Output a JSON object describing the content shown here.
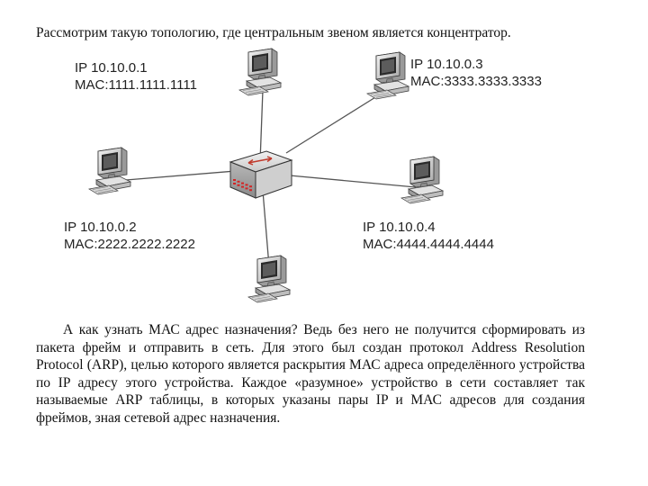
{
  "heading": "Рассмотрим такую топологию, где центральным звеном является концентратор.",
  "hosts": [
    {
      "ip": "IP 10.10.0.1",
      "mac": "MAC:1111.1111.1111"
    },
    {
      "ip": "IP 10.10.0.2",
      "mac": "MAC:2222.2222.2222"
    },
    {
      "ip": "IP 10.10.0.3",
      "mac": "MAC:3333.3333.3333"
    },
    {
      "ip": "IP 10.10.0.4",
      "mac": "MAC:4444.4444.4444"
    }
  ],
  "paragraph": "А как узнать МАС адрес назначения? Ведь без него не получится сформировать из пакета фрейм и отправить в сеть. Для этого был создан протокол Address Resolution Protocol (ARP), целью которого является раскрытия МАС адреса определённого устройства по IP адресу этого устройства. Каждое «разумное» устройство в сети составляет так называемые ARP таблицы, в которых указаны пары IP и МАС адресов для создания фреймов, зная сетевой адрес назначения."
}
